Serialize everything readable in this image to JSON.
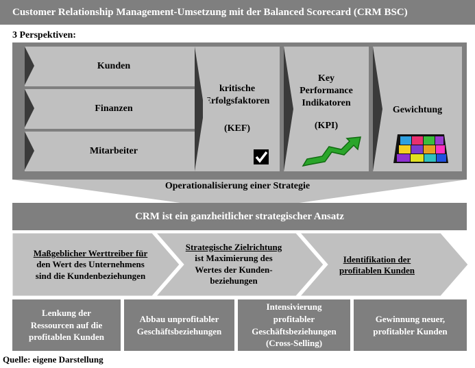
{
  "title": "Customer Relationship Management-Umsetzung mit der Balanced Scorecard (CRM BSC)",
  "subtitle": "3 Perspektiven:",
  "perspectives": [
    "Kunden",
    "Finanzen",
    "Mitarbeiter"
  ],
  "kef": {
    "line1": "kritische",
    "line2": "Erfolgsfaktoren",
    "abbr": "(KEF)"
  },
  "kpi": {
    "line1": "Key",
    "line2": "Performance",
    "line3": "Indikatoren",
    "abbr": "(KPI)"
  },
  "weighting": "Gewichtung",
  "funnel_label": "Operationalisierung einer Strategie",
  "banner": "CRM ist ein ganzheitlicher strategischer Ansatz",
  "chevrons": [
    {
      "head": "Maßgeblicher Werttreiber für",
      "rest": [
        "den Wert des Unternehmens",
        "sind die Kundenbeziehungen"
      ]
    },
    {
      "head": "Strategische Zielrichtung",
      "rest": [
        "ist Maximierung des",
        "Wertes der Kunden-",
        "beziehungen"
      ]
    },
    {
      "head": "Identifikation der",
      "head2": "profitablen Kunden",
      "rest": []
    }
  ],
  "boxes": [
    [
      "Lenkung der",
      "Ressourcen auf die",
      "profitablen Kunden"
    ],
    [
      "Abbau unprofitabler",
      "Geschäftsbeziehungen"
    ],
    [
      "Intensivierung",
      "profitabler",
      "Geschäftsbeziehungen",
      "(Cross-Selling)"
    ],
    [
      "Gewinnung neuer,",
      "profitabler Kunden"
    ]
  ],
  "source": "Quelle: eigene Darstellung",
  "colors": {
    "dark": "#7f7f7f",
    "light": "#c0c0c0",
    "notch": "#3a3a3a",
    "green": "#22a322"
  }
}
